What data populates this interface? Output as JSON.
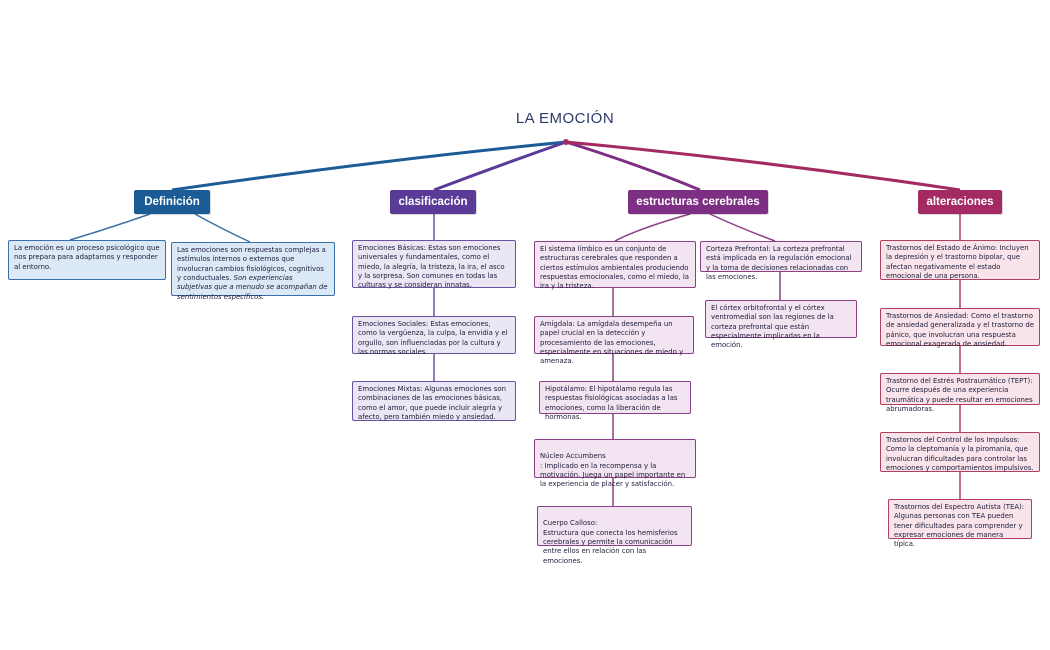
{
  "title": "LA EMOCIÓN",
  "colors": {
    "definicion": "#1b5b96",
    "clasificacion": "#5b3b98",
    "estructuras": "#7d2f83",
    "alteraciones": "#a32a63"
  },
  "headers": {
    "definicion": "Definición",
    "clasificacion": "clasificación",
    "estructuras": "estructuras cerebrales",
    "alteraciones": "alteraciones"
  },
  "definicion": [
    {
      "text": "La emoción es un proceso psicológico que nos prepara para adaptarnos y responder al entorno."
    },
    {
      "text": "Las emociones son respuestas complejas a estímulos internos o externos que involucran cambios fisiológicos, cognitivos y conductuales.",
      "italic": " Son experiencias subjetivas que a menudo se acompañan de sentimientos específicos."
    }
  ],
  "clasificacion": [
    "Emociones Básicas: Estas son emociones universales y fundamentales, como el miedo, la alegría, la tristeza, la ira, el asco y la sorpresa. Son comunes en todas las culturas y se consideran innatas.",
    "Emociones Sociales: Estas emociones, como la vergüenza, la culpa, la envidia y el orgullo, son influenciadas por la cultura y las normas sociales.",
    "Emociones Mixtas: Algunas emociones son combinaciones de las emociones básicas, como el amor, que puede incluir alegría y afecto, pero también miedo y ansiedad."
  ],
  "estructuras_left": [
    "El sistema límbico es un conjunto de estructuras cerebrales que responden a ciertos estímulos ambientales produciendo respuestas emocionales, como el miedo, la ira y la tristeza.",
    "Amígdala: La amígdala desempeña un papel crucial en la detección y procesamiento de las emociones, especialmente en situaciones de miedo y amenaza.",
    "Hipotálamo: El hipotálamo regula las respuestas fisiológicas asociadas a las emociones, como la liberación de hormonas.",
    "Núcleo Accumbens\n: Implicado en la recompensa y la motivación. Juega un papel importante en la experiencia de placer y satisfacción.",
    "Cuerpo Calloso:\n Estructura que conecta los hemisferios cerebrales y permite la comunicación entre ellos en relación con las emociones."
  ],
  "estructuras_right": [
    "Corteza Prefrontal: La corteza prefrontal está implicada en la regulación emocional y la toma de decisiones relacionadas con las emociones.",
    "El córtex orbitofrontal y el córtex ventromedial son las regiones de la corteza prefrontal que están especialmente implicadas en la emoción."
  ],
  "alteraciones": [
    "Trastornos del Estado de Ánimo: Incluyen la depresión y el trastorno bipolar, que afectan negativamente el estado emocional de una persona.",
    "Trastornos de Ansiedad: Como el trastorno de ansiedad generalizada y el trastorno de pánico, que involucran una respuesta emocional exagerada de ansiedad.",
    "Trastorno del Estrés Postraumático (TEPT): Ocurre después de una experiencia traumática y puede resultar en emociones abrumadoras.",
    "Trastornos del Control de los Impulsos: Como la cleptomanía y la piromanía, que involucran dificultades para controlar las emociones y comportamientos impulsivos.",
    "Trastornos del Espectro Autista (TEA): Algunas personas con TEA pueden tener dificultades para comprender y expresar emociones de manera típica."
  ]
}
